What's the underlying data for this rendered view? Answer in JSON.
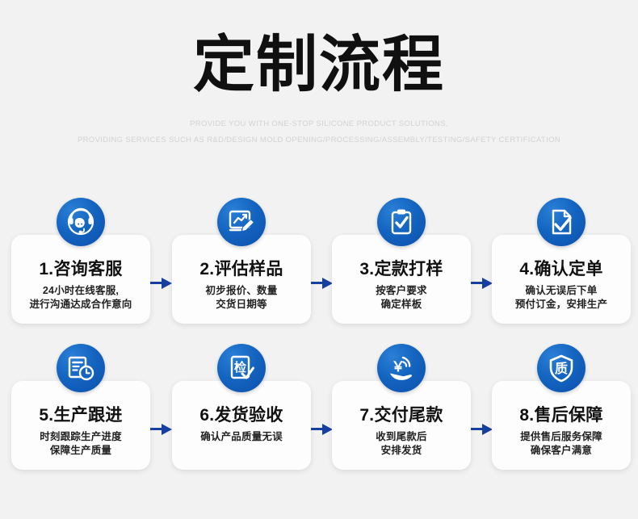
{
  "header": {
    "title": "定制流程",
    "subtitle_line_1": "PROVIDE YOU WITH ONE-STOP SILICONE PRODUCT SOLUTIONS,",
    "subtitle_line_2": "PROVIDING SERVICES SUCH AS R&D/DESIGN MOLD OPENING/PROCESSING/ASSEMBLY/TESTING/SAFETY CERTIFICATION"
  },
  "colors": {
    "background": "#f2f2f2",
    "icon_blue": "#1465c0",
    "arrow_blue": "#173fa0",
    "title_black": "#101010",
    "subtitle_gray": "#d2d2d2",
    "card_white": "#fdfdfd"
  },
  "steps": [
    {
      "title": "1.咨询客服",
      "desc_line_1": "24小时在线客服,",
      "desc_line_2": "进行沟通达成合作意向",
      "icon": "headset-support-icon"
    },
    {
      "title": "2.评估样品",
      "desc_line_1": "初步报价、数量",
      "desc_line_2": "交货日期等",
      "icon": "chart-pencil-icon"
    },
    {
      "title": "3.定款打样",
      "desc_line_1": "按客户要求",
      "desc_line_2": "确定样板",
      "icon": "clipboard-check-icon"
    },
    {
      "title": "4.确认定单",
      "desc_line_1": "确认无误后下单",
      "desc_line_2": "预付订金，安排生产",
      "icon": "document-check-icon"
    },
    {
      "title": "5.生产跟进",
      "desc_line_1": "时刻跟踪生产进度",
      "desc_line_2": "保障生产质量",
      "icon": "document-clock-icon"
    },
    {
      "title": "6.发货验收",
      "desc_line_1": "确认产品质量无误",
      "desc_line_2": "",
      "icon": "inspection-check-icon",
      "icon_glyph": "检"
    },
    {
      "title": "7.交付尾款",
      "desc_line_1": "收到尾款后",
      "desc_line_2": "安排发货",
      "icon": "hand-yuan-icon",
      "icon_glyph": "￥"
    },
    {
      "title": "8.售后保障",
      "desc_line_1": "提供售后服务保障",
      "desc_line_2": "确保客户满意",
      "icon": "shield-quality-icon",
      "icon_glyph": "质"
    }
  ],
  "arrows": {
    "label": "flow-arrow-right",
    "count_per_row": 3
  }
}
